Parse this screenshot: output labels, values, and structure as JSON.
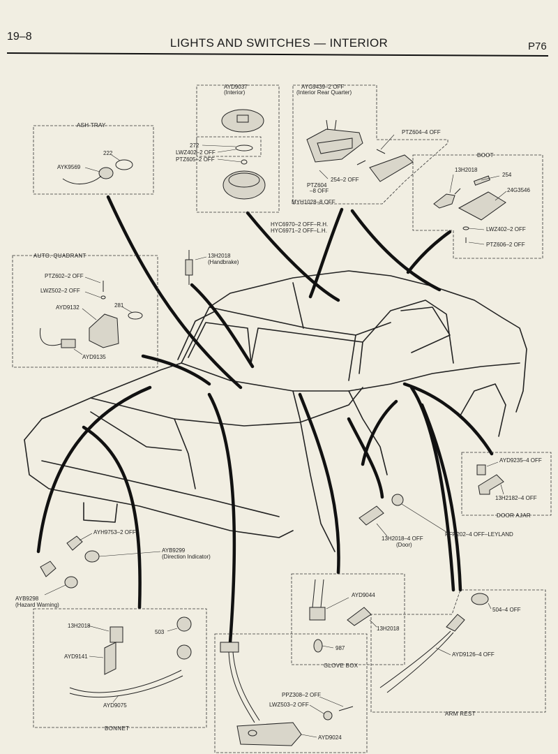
{
  "header": {
    "section": "19–8",
    "title": "LIGHTS AND SWITCHES — INTERIOR",
    "page": "P76"
  },
  "groups": {
    "ash_tray": "ASH TRAY",
    "auto_quadrant": "AUTO. QUADRANT",
    "boot": "BOOT",
    "door_ajar": "DOOR AJAR",
    "glove_box": "GLOVE BOX",
    "arm_rest": "ARM REST",
    "bonnet": "BONNET"
  },
  "labels": {
    "ayk9569": "AYK9569",
    "l222": "222",
    "ayd9037": "AYD9037",
    "interior": "(Interior)",
    "l272": "272",
    "lwz402_top": "LWZ402–2 OFF",
    "ptz605": "PTZ605–2 OFF",
    "ayg9439": "AYG9439–2 OFF",
    "interior_rear_quarter": "(Interior Rear Quarter)",
    "ptz604_4": "PTZ604–4 OFF",
    "ptz604_8": "PTZ604",
    "eight_off": "–8 OFF",
    "l254_2": "254–2 OFF",
    "myh1028": "MYH1028–8 OFF",
    "hyc6970": "HYC6970–2 OFF–R.H.",
    "hyc6971": "HYC6971–2 OFF–L.H.",
    "h13h2018_boot": "13H2018",
    "l254": "254",
    "l24g3546": "24G3546",
    "lwz402_boot": "LWZ402–2 OFF",
    "ptz606": "PTZ606–2 OFF",
    "h13h2018_hb": "13H2018",
    "handbrake": "(Handbrake)",
    "ptz602": "PTZ602–2 OFF",
    "lwz502": "LWZ502–2 OFF",
    "ayd9132": "AYD9132",
    "l281": "281",
    "ayd9135": "AYD9135",
    "ayd9235": "AYD9235–4 OFF",
    "h13h2182": "13H2182–4 OFF",
    "h13h2018_door": "13H2018–4 OFF",
    "door": "(Door)",
    "rfr202": "RFR202–4 OFF–LEYLAND",
    "ayh9753": "AYH9753–2 OFF",
    "ayb9299": "AYB9299",
    "direction_indicator": "(Direction Indicator)",
    "ayb9298": "AYB9298",
    "hazard_warning": "(Hazard Warning)",
    "ayd9044": "AYD9044",
    "h13h2018_gb": "13H2018",
    "l987": "987",
    "l504": "504–4 OFF",
    "ayd9126": "AYD9126–4 OFF",
    "h13h2018_bon": "13H2018",
    "l503": "503",
    "ayd9141": "AYD9141",
    "ayd9075": "AYD9075",
    "ppz308": "PPZ308–2 OFF",
    "lwz503": "LWZ503–2 OFF",
    "ayd9024": "AYD9024"
  }
}
